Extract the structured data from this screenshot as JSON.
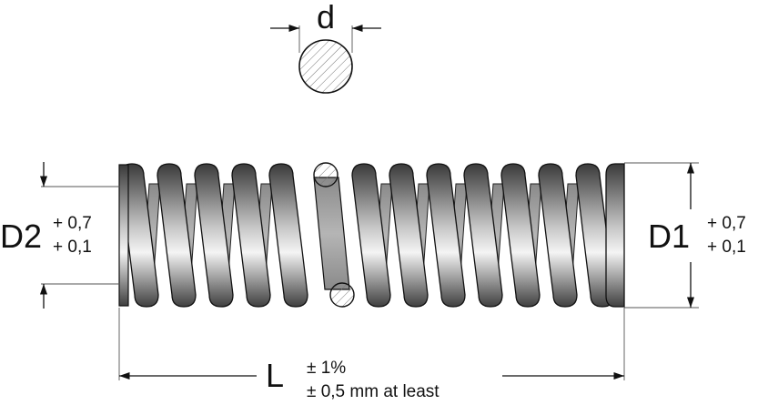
{
  "wire": {
    "label": "d"
  },
  "dimensions": {
    "d2": {
      "label": "D2",
      "tol_upper": "+ 0,7",
      "tol_lower": "+ 0,1"
    },
    "d1": {
      "label": "D1",
      "tol_upper": "+ 0,7",
      "tol_lower": "+ 0,1"
    },
    "length": {
      "label": "L",
      "tol_line1": "± 1%",
      "tol_line2": "± 0,5 mm at least"
    }
  },
  "colors": {
    "line": "#111111",
    "coil_dark": "#3a3a3a",
    "coil_light": "#f2f2f2",
    "coil_inner": "#9a9a9a",
    "hatch": "#777777"
  }
}
